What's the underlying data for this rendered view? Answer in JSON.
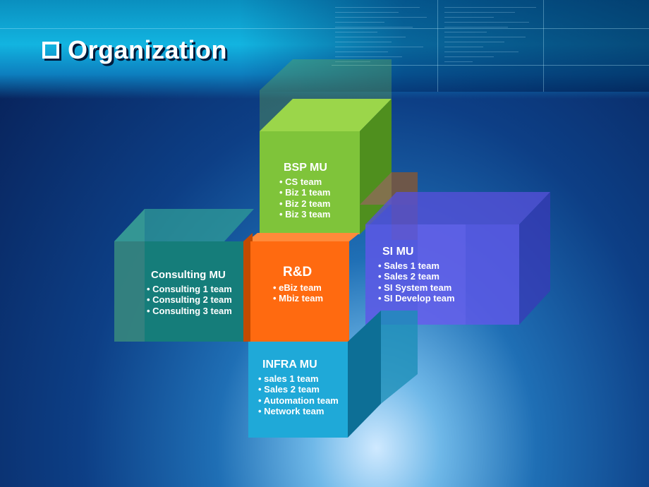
{
  "title": "Organization",
  "units": {
    "bsp": {
      "name": "BSP MU",
      "teams": [
        "CS team",
        "Biz 1 team",
        "Biz 2 team",
        "Biz 3 team"
      ]
    },
    "consulting": {
      "name": "Consulting MU",
      "teams": [
        "Consulting 1 team",
        "Consulting 2 team",
        "Consulting 3 team"
      ]
    },
    "rnd": {
      "name": "R&D",
      "teams": [
        "eBiz team",
        "Mbiz team"
      ]
    },
    "si": {
      "name": "SI MU",
      "teams": [
        "Sales 1 team",
        "Sales 2 team",
        "SI System team",
        "SI Develop team"
      ]
    },
    "infra": {
      "name": "INFRA MU",
      "teams": [
        "sales 1 team",
        "Sales 2 team",
        "Automation team",
        "Network  team"
      ]
    }
  },
  "colors": {
    "bsp": "#7fc43a",
    "consulting": "#1a8f86",
    "rnd": "#ff6a10",
    "si": "#6a5fe0",
    "infra": "#1fa9d8"
  }
}
